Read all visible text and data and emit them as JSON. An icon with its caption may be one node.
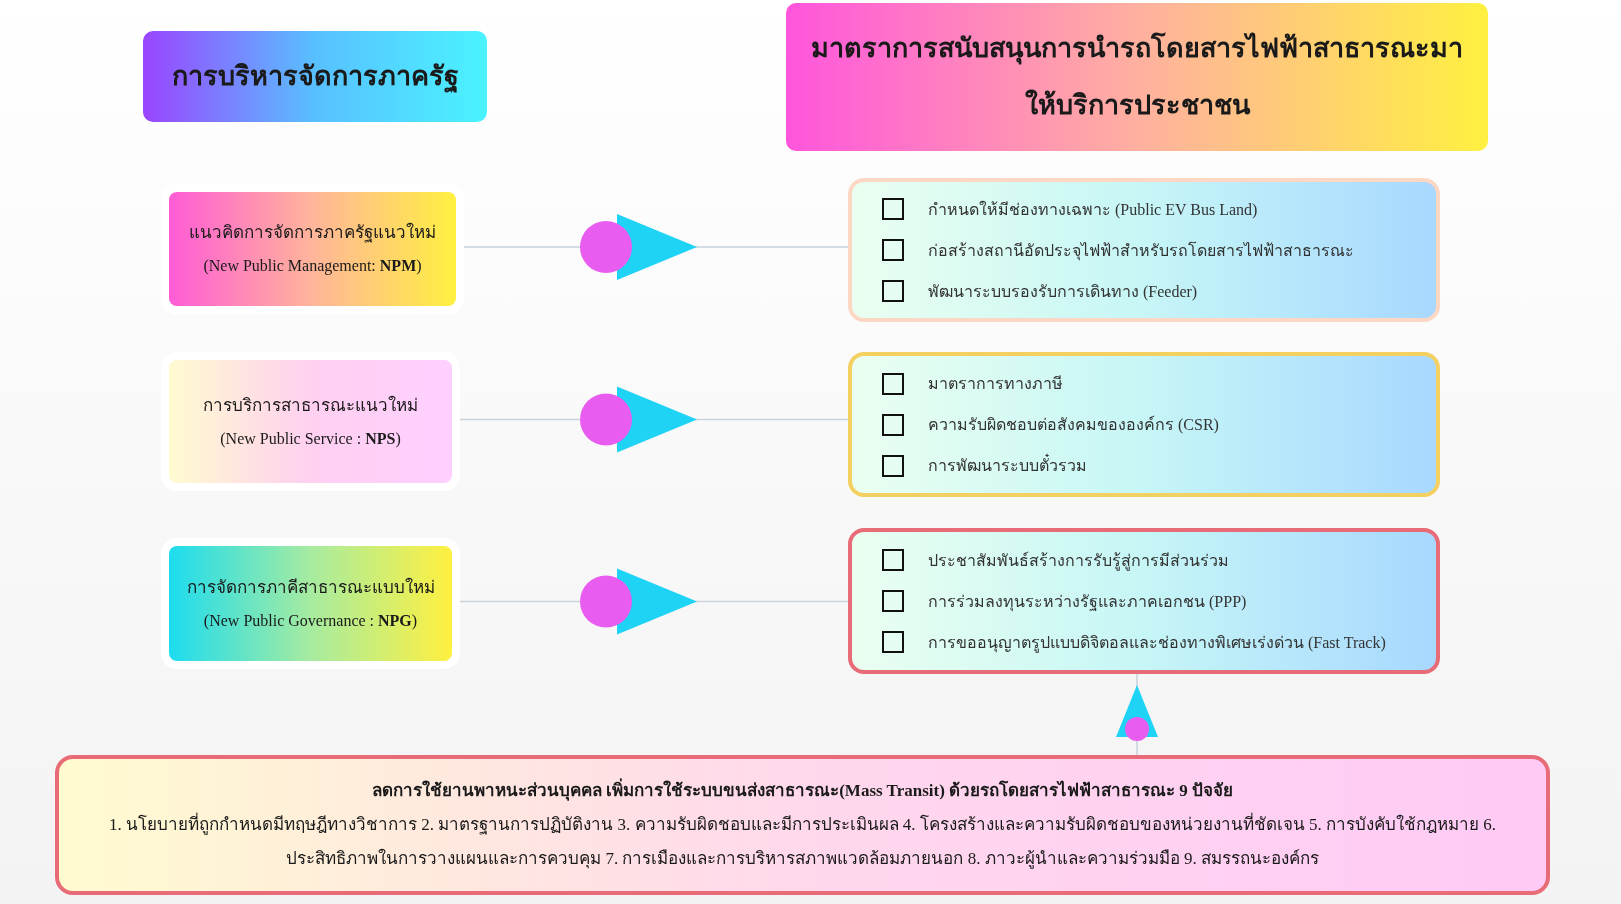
{
  "diagram": {
    "nodes": [
      {
        "text": [
          "การบริหารจัดการภาครัฐ"
        ]
      },
      {
        "text": [
          "มาตราการสนับสนุนการนำรถโดยสารไฟฟ้าสาธารณะมาให้บริการประชาชน"
        ]
      },
      {
        "text": [
          "แนวคิดการจัดการภาครัฐแนวใหม่",
          "(New Public Management: **NPM**)"
        ]
      },
      {
        "text": [
          "การบริการสาธารณะแนวใหม่",
          "(New Public Service : **NPS**)"
        ]
      },
      {
        "text": [
          "การจัดการภาคีสาธารณะแบบใหม่",
          "(New Public Governance : **NPG**)"
        ]
      },
      {
        "text": [
          "กำหนดให้มีช่องทางเฉพาะ (Public EV Bus Land)",
          "ก่อสร้างสถานีอัดประจุไฟฟ้าสำหรับรถโดยสารไฟฟ้าสาธารณะ",
          "พัฒนาระบบรองรับการเดินทาง (Feeder)"
        ]
      },
      {
        "text": [
          "มาตราการทางภาษี",
          "ความรับผิดชอบต่อสังคมขององค์กร (CSR)",
          "การพัฒนาระบบตั๋วรวม"
        ]
      },
      {
        "text": [
          "ประชาสัมพันธ์สร้างการรับรู้สู่การมีส่วนร่วม",
          "การร่วมลงทุนระหว่างรัฐและภาคเอกชน (PPP)",
          "การขออนุญาตรูปแบบดิจิตอลและช่องทางพิเศษเร่งด่วน (Fast Track)"
        ]
      },
      {
        "text": [
          "ลดการใช้ยานพาหนะส่วนบุคคล เพิ่มการใช้ระบบขนส่งสาธารณะ(Mass  Transit) ด้วยรถโดยสารไฟฟ้าสาธารณะ 9 ปัจจัย",
          "1. นโยบายที่ถูกกำหนดมีทฤษฎีทางวิชาการ 2. มาตรฐานการปฏิบัติงาน 3. ความรับผิดชอบและมีการประเมินผล 4. โครงสร้างและความรับผิดชอบของหน่วยงานที่ชัดเจน 5. การบังคับใช้กฎหมาย 6. ประสิทธิภาพในการวางแผนและการควบคุม 7. การเมืองและการบริหารสภาพแวดล้อมภายนอก 8. ภาวะผู้นำและความร่วมมือ 9. สมรรถนะองค์กร"
        ]
      }
    ],
    "edges": [
      {
        "from": 2,
        "to": 5,
        "arrow": "to"
      },
      {
        "from": 3,
        "to": 6,
        "arrow": "to"
      },
      {
        "from": 4,
        "to": 7,
        "arrow": "to"
      },
      {
        "from": 8,
        "to": 7,
        "arrow": "to"
      }
    ]
  }
}
